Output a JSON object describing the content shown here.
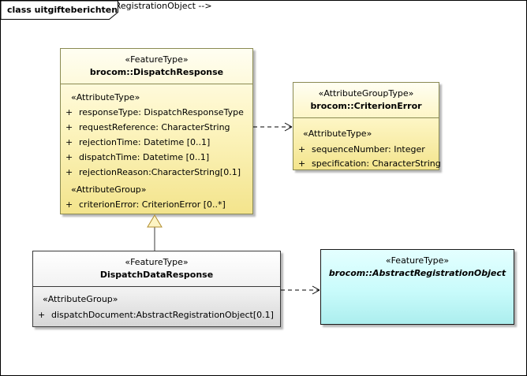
{
  "frame": {
    "label": "class uitgifteberichten"
  },
  "colors": {
    "class_fill_yellow": "#fdf5c2",
    "class_fill_cyan": "#ccffff",
    "class_fill_white": "#ffffff",
    "yellow_border": "#8a8a52",
    "generalization_accent": "#b08c2e"
  },
  "dispatch_response": {
    "stereotype": "«FeatureType»",
    "name": "brocom::DispatchResponse",
    "attr_type_header": "«AttributeType»",
    "attr_group_header": "«AttributeGroup»",
    "attributes": [
      {
        "vis": "+",
        "text": "responseType: DispatchResponseType"
      },
      {
        "vis": "+",
        "text": "requestReference: CharacterString"
      },
      {
        "vis": "+",
        "text": "rejectionTime: Datetime [0..1]"
      },
      {
        "vis": "+",
        "text": "dispatchTime: Datetime [0..1]"
      },
      {
        "vis": "+",
        "text": "rejectionReason:CharacterString[0.1]"
      }
    ],
    "group_attributes": [
      {
        "vis": "+",
        "text": "criterionError: CriterionError [0..*]"
      }
    ]
  },
  "criterion_error": {
    "stereotype": "«AttributeGroupType»",
    "name": "brocom::CriterionError",
    "attr_type_header": "«AttributeType»",
    "attributes": [
      {
        "vis": "+",
        "text": "sequenceNumber: Integer"
      },
      {
        "vis": "+",
        "text": "specification: CharacterString"
      }
    ]
  },
  "dispatch_data_response": {
    "stereotype": "«FeatureType»",
    "name": "DispatchDataResponse",
    "attr_group_header": "«AttributeGroup»",
    "attributes": [
      {
        "vis": "+",
        "text": "dispatchDocument:AbstractRegistrationObject[0.1]"
      }
    ]
  },
  "abstract_registration_object": {
    "stereotype": "«FeatureType»",
    "name": "brocom::AbstractRegistrationObject"
  }
}
